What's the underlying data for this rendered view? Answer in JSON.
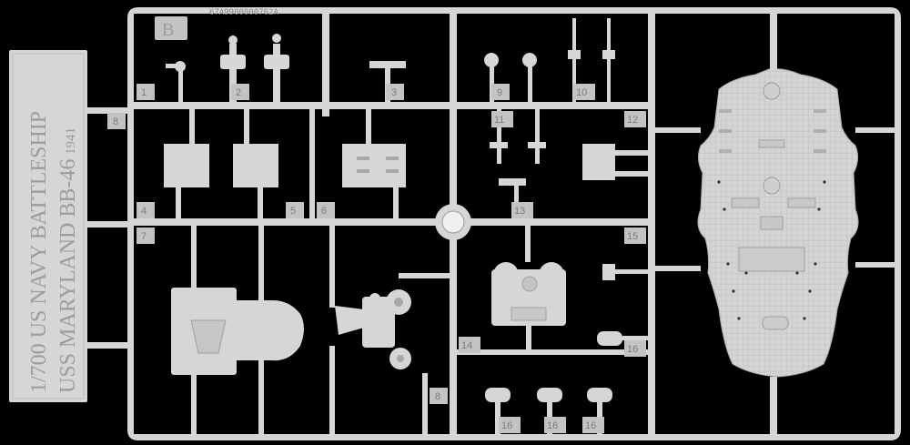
{
  "sprue": {
    "letter": "B",
    "code": "67A9900000762A",
    "tag_line1": "1/700 US NAVY BATTLESHIP",
    "tag_line2": "USS MARYLAND BB-46",
    "tag_year": "1941"
  },
  "part_numbers": [
    "1",
    "2",
    "3",
    "4",
    "5",
    "6",
    "7",
    "8",
    "9",
    "10",
    "11",
    "12",
    "13",
    "14",
    "15",
    "16",
    "16",
    "16",
    "16",
    "8"
  ]
}
